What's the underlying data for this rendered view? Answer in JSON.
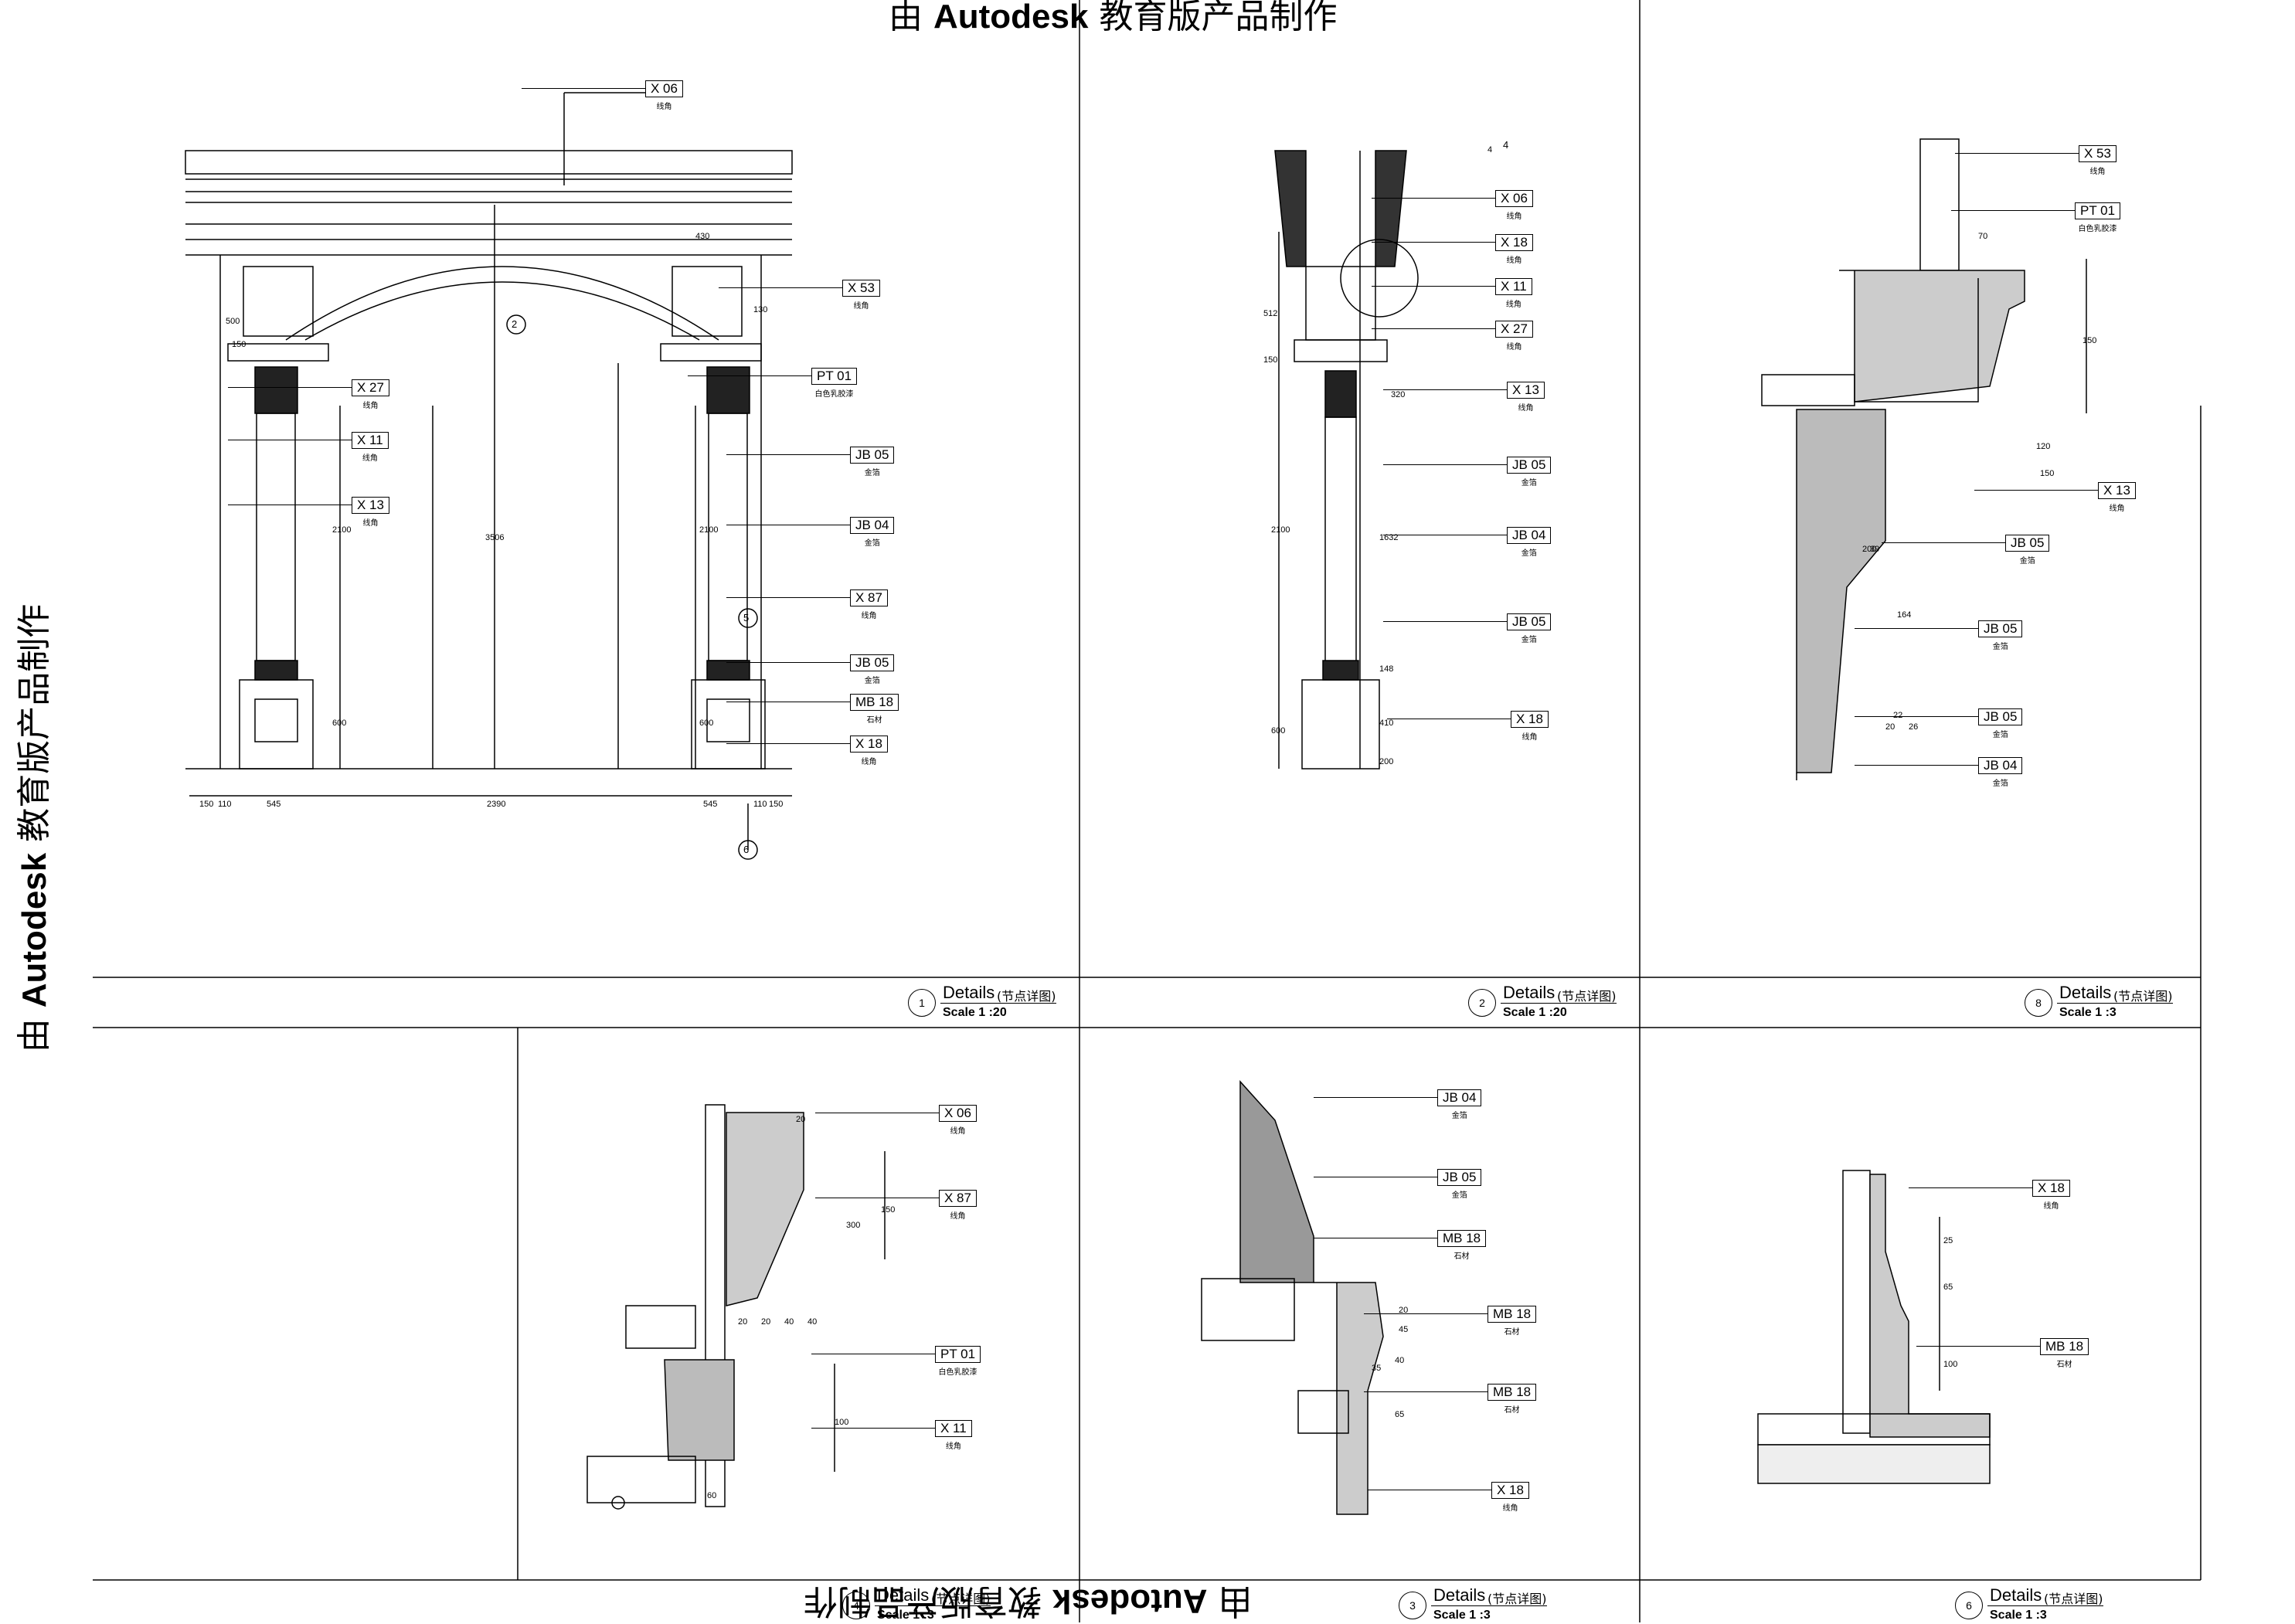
{
  "watermark": {
    "prefix": "由",
    "brand": "Autodesk",
    "suffix": "教育版产品制作"
  },
  "details": [
    {
      "num": "1",
      "title": "Details",
      "title_cn": "(节点详图)",
      "scale": "Scale 1 :20"
    },
    {
      "num": "2",
      "title": "Details",
      "title_cn": "(节点详图)",
      "scale": "Scale 1 :20"
    },
    {
      "num": "8",
      "title": "Details",
      "title_cn": "(节点详图)",
      "scale": "Scale 1 :3"
    },
    {
      "num": "4",
      "title": "Details",
      "title_cn": "(节点详图)",
      "scale": "Scale 1 :3"
    },
    {
      "num": "3",
      "title": "Details",
      "title_cn": "(节点详图)",
      "scale": "Scale 1 :3"
    },
    {
      "num": "6",
      "title": "Details",
      "title_cn": "(节点详图)",
      "scale": "Scale 1 :3"
    }
  ],
  "sub": {
    "line_corner": "线角",
    "white_latex": "白色乳胶漆",
    "gold_foil": "金箔",
    "stone": "石材"
  },
  "tags": {
    "d1": [
      "X 06",
      "X 53",
      "PT 01",
      "X 27",
      "X 11",
      "X 13",
      "JB 05",
      "JB 04",
      "X 87",
      "JB 05",
      "MB 18",
      "X 18"
    ],
    "d2": [
      "X 06",
      "X 18",
      "X 11",
      "X 27",
      "X 13",
      "JB 05",
      "JB 04",
      "JB 05",
      "X 18"
    ],
    "d8": [
      "X 53",
      "PT 01",
      "X 13",
      "JB 05",
      "JB 05",
      "JB 05",
      "JB 04"
    ],
    "d4": [
      "X 06",
      "X 87",
      "PT 01",
      "X 11"
    ],
    "d3": [
      "JB 04",
      "JB 05",
      "MB 18",
      "MB 18",
      "MB 18",
      "X 18"
    ],
    "d6": [
      "X 18",
      "MB 18"
    ]
  },
  "dims": {
    "d1_bottom": [
      "150",
      "110",
      "545",
      "2390",
      "545",
      "110",
      "150"
    ],
    "d1_vert": [
      "2100",
      "600",
      "2100",
      "600",
      "3506",
      "500",
      "150",
      "430",
      "130"
    ],
    "d2_vert": [
      "512",
      "150",
      "2100",
      "1632",
      "600",
      "320",
      "148",
      "410",
      "200",
      "4"
    ],
    "d8": [
      "70",
      "150",
      "120",
      "150",
      "39",
      "200",
      "164",
      "22",
      "20",
      "26"
    ],
    "d4": [
      "20",
      "300",
      "150",
      "20",
      "20",
      "40",
      "40",
      "100",
      "60"
    ],
    "d3": [
      "20",
      "45",
      "40",
      "65",
      "35"
    ],
    "d6": [
      "25",
      "65",
      "100"
    ]
  },
  "markers": {
    "section_2": "2",
    "section_5": "5",
    "section_6": "6",
    "section_4": "4"
  }
}
